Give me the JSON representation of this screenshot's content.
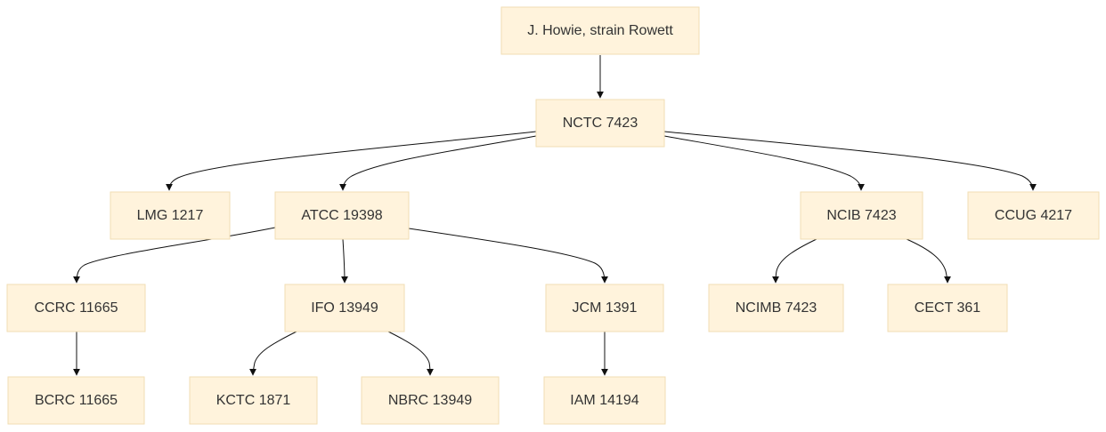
{
  "diagram": {
    "nodes": [
      {
        "id": "root",
        "label": "J. Howie, strain Rowett"
      },
      {
        "id": "nctc",
        "label": "NCTC 7423"
      },
      {
        "id": "lmg",
        "label": "LMG 1217"
      },
      {
        "id": "atcc",
        "label": "ATCC 19398"
      },
      {
        "id": "ncib",
        "label": "NCIB 7423"
      },
      {
        "id": "ccug",
        "label": "CCUG 4217"
      },
      {
        "id": "ccrc",
        "label": "CCRC 11665"
      },
      {
        "id": "ifo",
        "label": "IFO 13949"
      },
      {
        "id": "jcm",
        "label": "JCM 1391"
      },
      {
        "id": "ncimb",
        "label": "NCIMB 7423"
      },
      {
        "id": "cect",
        "label": "CECT 361"
      },
      {
        "id": "bcrc",
        "label": "BCRC 11665"
      },
      {
        "id": "kctc",
        "label": "KCTC 1871"
      },
      {
        "id": "nbrc",
        "label": "NBRC 13949"
      },
      {
        "id": "iam",
        "label": "IAM 14194"
      }
    ],
    "edges": [
      {
        "from": "root",
        "to": "nctc"
      },
      {
        "from": "nctc",
        "to": "lmg"
      },
      {
        "from": "nctc",
        "to": "atcc"
      },
      {
        "from": "nctc",
        "to": "ncib"
      },
      {
        "from": "nctc",
        "to": "ccug"
      },
      {
        "from": "atcc",
        "to": "ccrc"
      },
      {
        "from": "atcc",
        "to": "ifo"
      },
      {
        "from": "atcc",
        "to": "jcm"
      },
      {
        "from": "ncib",
        "to": "ncimb"
      },
      {
        "from": "ncib",
        "to": "cect"
      },
      {
        "from": "ccrc",
        "to": "bcrc"
      },
      {
        "from": "ifo",
        "to": "kctc"
      },
      {
        "from": "ifo",
        "to": "nbrc"
      },
      {
        "from": "jcm",
        "to": "iam"
      }
    ],
    "colors": {
      "node_fill": "#fff3dc",
      "node_border": "#f1deb3",
      "text": "#333333",
      "edge": "#111111"
    }
  }
}
